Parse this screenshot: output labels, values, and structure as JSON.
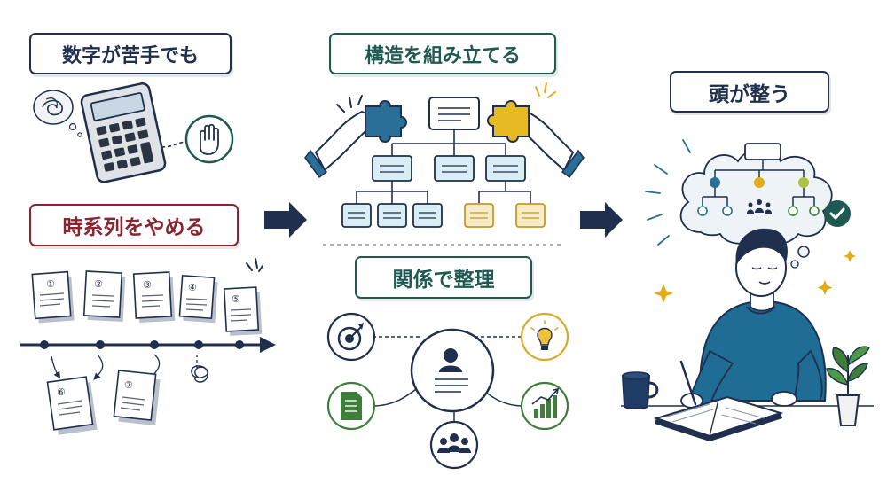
{
  "left": {
    "top_label": "数字が苦手でも",
    "mid_label": "時系列をやめる",
    "timeline_numbers": [
      "①",
      "②",
      "③",
      "④",
      "⑤",
      "⑥",
      "⑦"
    ]
  },
  "center": {
    "top_label": "構造を組み立てる",
    "bottom_label": "関係で整理"
  },
  "right": {
    "label": "頭が整う"
  },
  "colors": {
    "navy": "#1f2f4d",
    "red": "#8a2430",
    "teal": "#1e5a52",
    "blue": "#2a6f97",
    "gold": "#d9a92a",
    "green": "#3f7d3a",
    "light_blue": "#d8eef4",
    "light_gold": "#f7ecc9"
  }
}
